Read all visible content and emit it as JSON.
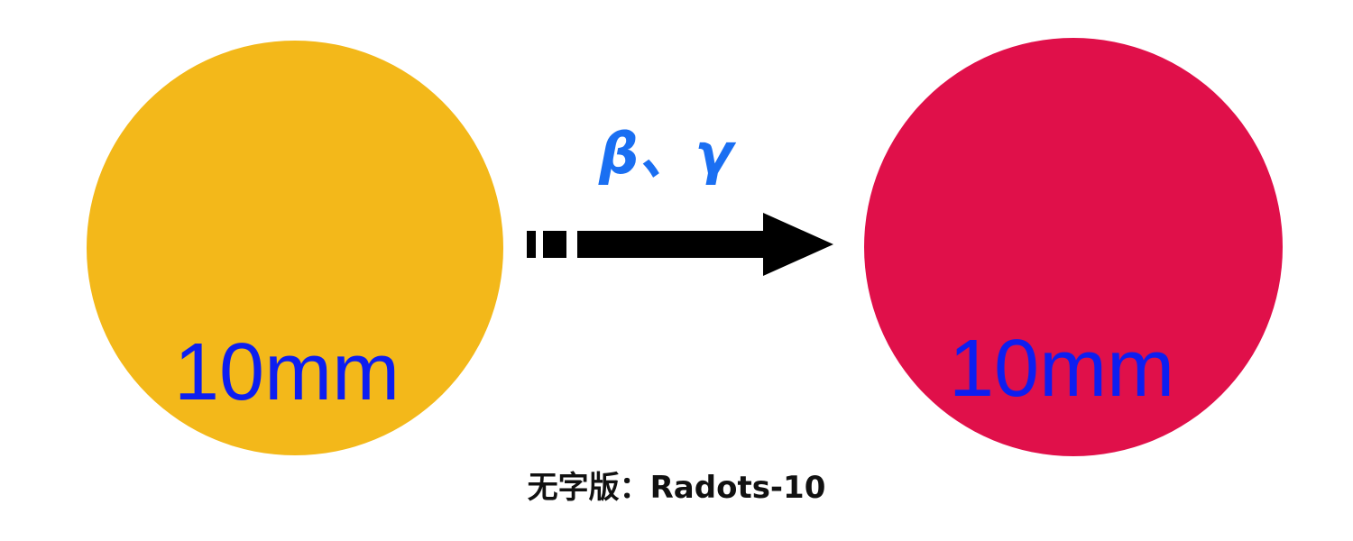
{
  "diagram": {
    "before": {
      "size_label": "10mm",
      "color": "#f3b81a"
    },
    "process": {
      "radiation_label": "β、γ",
      "label_color": "#1a6ff2",
      "arrow_color": "#000000"
    },
    "after": {
      "size_label": "10mm",
      "color": "#e0104a"
    },
    "label_color": "#0d1ef0",
    "caption": "无字版：Radots-10"
  }
}
